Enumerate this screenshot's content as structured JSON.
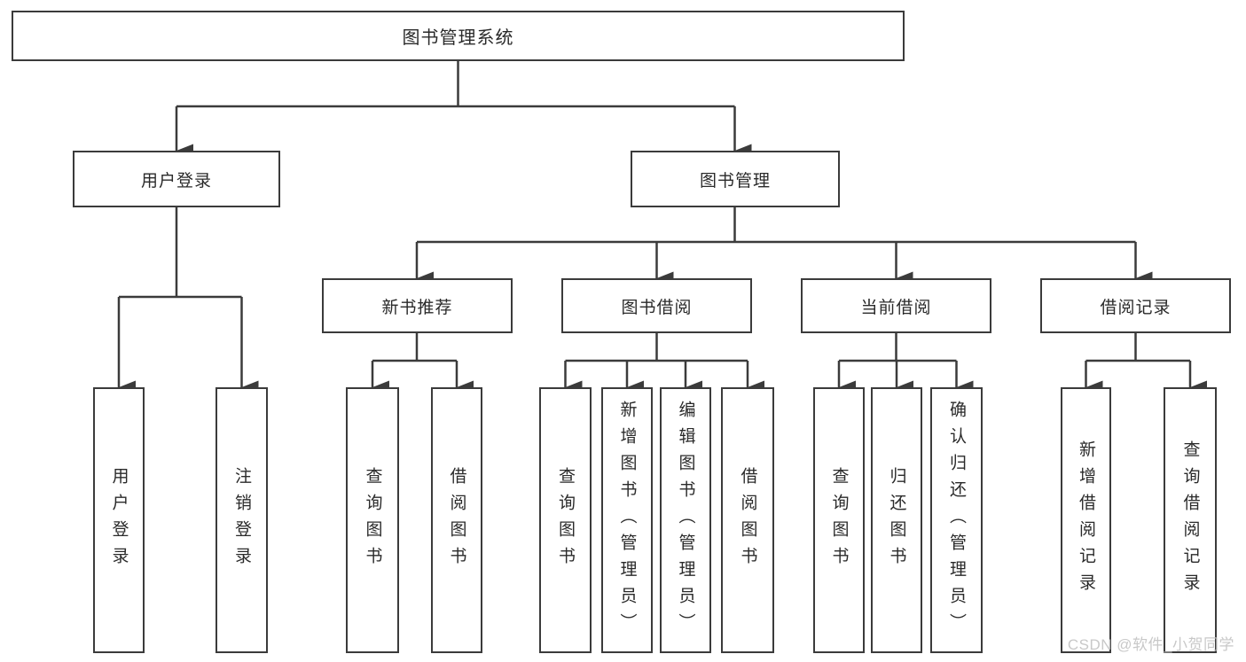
{
  "colors": {
    "line": "#3b3b3b",
    "text": "#2a2a2a",
    "background": "#ffffff",
    "watermark": "#c3c3c3"
  },
  "watermark": {
    "text": "CSDN @软件_小贺同学"
  },
  "tree": {
    "root": {
      "label": "图书管理系统"
    },
    "branches": [
      {
        "label": "用户登录",
        "children": [
          {
            "label": "用户登录"
          },
          {
            "label": "注销登录"
          }
        ]
      },
      {
        "label": "图书管理",
        "sections": [
          {
            "label": "新书推荐",
            "children": [
              {
                "label": "查询图书"
              },
              {
                "label": "借阅图书"
              }
            ]
          },
          {
            "label": "图书借阅",
            "children": [
              {
                "label": "查询图书"
              },
              {
                "label": "新增图书（管理员）"
              },
              {
                "label": "编辑图书（管理员）"
              },
              {
                "label": "借阅图书"
              }
            ]
          },
          {
            "label": "当前借阅",
            "children": [
              {
                "label": "查询图书"
              },
              {
                "label": "归还图书"
              },
              {
                "label": "确认归还（管理员）"
              }
            ]
          },
          {
            "label": "借阅记录",
            "children": [
              {
                "label": "新增借阅记录"
              },
              {
                "label": "查询借阅记录"
              }
            ]
          }
        ]
      }
    ]
  }
}
